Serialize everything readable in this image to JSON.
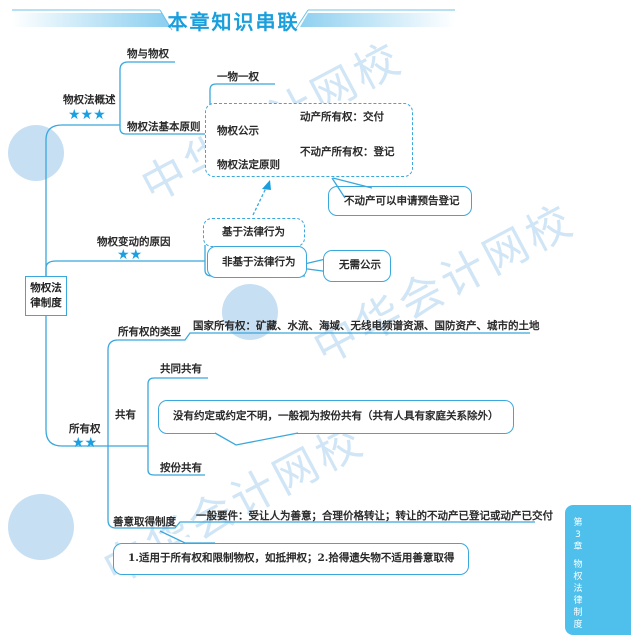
{
  "header": {
    "title": "本章知识串联"
  },
  "root": {
    "label_line1": "物权法",
    "label_line2": "律制度"
  },
  "sections": {
    "overview": {
      "label": "物权法概述",
      "stars": "★★★",
      "children": {
        "item1": "物与物权",
        "item2": "物权法基本原则",
        "principles": {
          "p1": "一物一权",
          "p2": "物权公示",
          "p3": "物权法定原则",
          "publicity": {
            "movable": "动产所有权：交付",
            "immovable": "不动产所有权：登记",
            "note": "不动产可以申请预告登记"
          }
        }
      }
    },
    "change": {
      "label": "物权变动的原因",
      "stars": "★★",
      "legal_act": "基于法律行为",
      "non_legal_act": "非基于法律行为",
      "non_legal_note": "无需公示"
    },
    "ownership": {
      "label": "所有权",
      "stars": "★★",
      "types_label": "所有权的类型",
      "types_value": "国家所有权：矿藏、水流、海域、无线电频谱资源、国防资产、城市的土地",
      "co_label": "共有",
      "co_joint": "共同共有",
      "co_share": "按份共有",
      "co_note": "没有约定或约定不明，一般视为按份共有（共有人具有家庭关系除外）",
      "good_faith_label": "善意取得制度",
      "good_faith_value": "一般要件：受让人为善意；合理价格转让；转让的不动产已登记或动产已交付",
      "good_faith_note": "1.适用于所有权和限制物权，如抵押权；2.拾得遗失物不适用善意取得"
    }
  },
  "side_tab": {
    "chars": [
      "第",
      "3",
      "章",
      "",
      "物",
      "权",
      "法",
      "律",
      "制",
      "度"
    ]
  },
  "watermark": {
    "text": "中华会计网校"
  },
  "colors": {
    "line": "#3aa8dc",
    "accent": "#1a9fdc",
    "tab": "#4fc0ec",
    "star": "#1aa0e0"
  }
}
